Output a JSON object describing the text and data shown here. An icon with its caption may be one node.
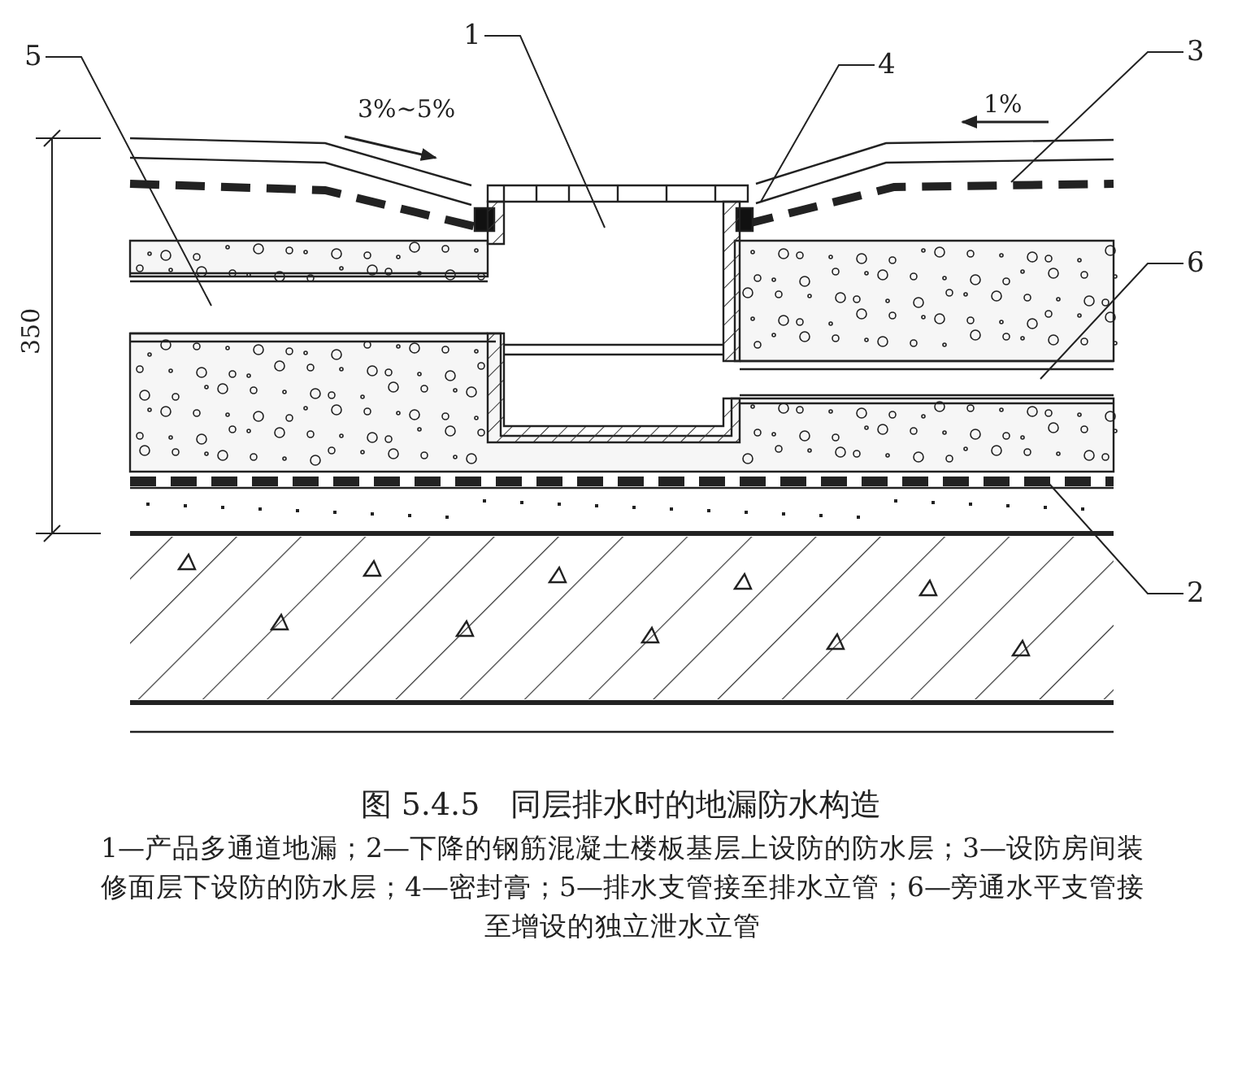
{
  "diagram": {
    "title": "图 5.4.5　同层排水时的地漏防水构造",
    "caption": "1—产品多通道地漏；2—下降的钢筋混凝土楼板基层上设防的防水层；3—设防房间装修面层下设防的防水层；4—密封膏；5—排水支管接至排水立管；6—旁通水平支管接至增设的独立泄水立管",
    "nodes": [
      {
        "text": [
          "5"
        ]
      },
      {
        "text": [
          "1"
        ]
      },
      {
        "text": [
          "4"
        ]
      },
      {
        "text": [
          "3"
        ]
      },
      {
        "text": [
          "6"
        ]
      },
      {
        "text": [
          "2"
        ]
      }
    ],
    "edges": [
      {
        "from": 0,
        "to": null,
        "arrow": "none"
      },
      {
        "from": 1,
        "to": null,
        "arrow": "none"
      },
      {
        "from": 2,
        "to": null,
        "arrow": "none"
      },
      {
        "from": 3,
        "to": null,
        "arrow": "none"
      },
      {
        "from": 4,
        "to": null,
        "arrow": "none"
      },
      {
        "from": 5,
        "to": null,
        "arrow": "none"
      }
    ],
    "labels": [
      "3%~5%",
      "1%",
      "350"
    ]
  }
}
